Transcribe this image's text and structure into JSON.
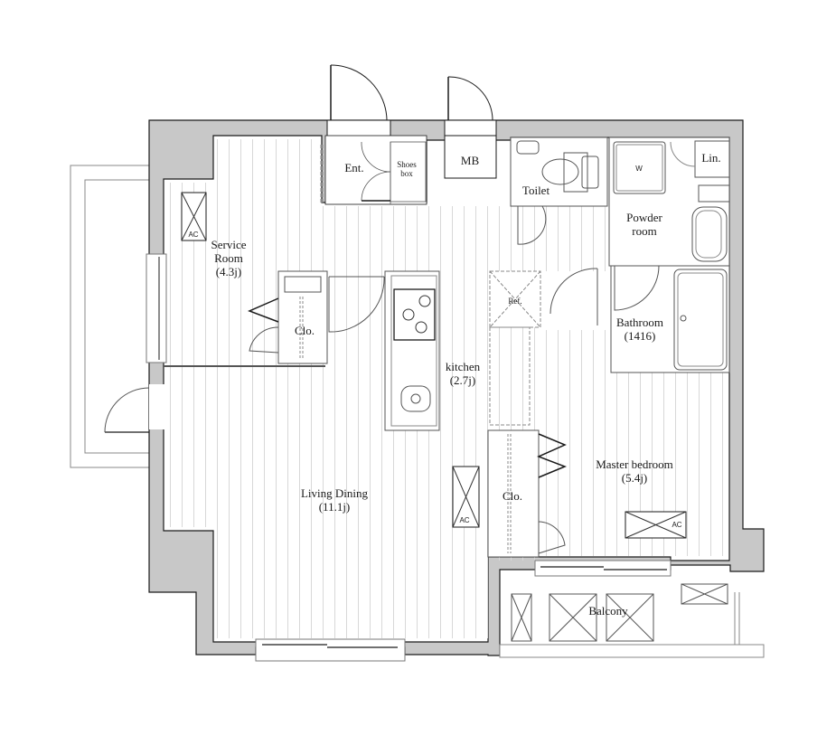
{
  "plan": {
    "background": "#ffffff",
    "wall_fill": "#c8c8c8",
    "wall_stroke": "#1a1a1a",
    "floor_line": "#d4d4d4",
    "fixture_stroke": "#333333"
  },
  "rooms": {
    "entrance": {
      "label": "Ent."
    },
    "shoes_box": {
      "line1": "Shoes",
      "line2": "box"
    },
    "meter_box": {
      "label": "MB"
    },
    "toilet": {
      "label": "Toilet"
    },
    "washer": {
      "label": "W"
    },
    "linen": {
      "label": "Lin."
    },
    "powder_room": {
      "line1": "Powder",
      "line2": "room"
    },
    "bathroom": {
      "line1": "Bathroom",
      "line2": "(1416)"
    },
    "service_room": {
      "line1": "Service",
      "line2": "Room",
      "line3": "(4.3j)"
    },
    "service_closet": {
      "label": "Clo."
    },
    "kitchen": {
      "line1": "kitchen",
      "line2": "(2.7j)"
    },
    "refrigerator": {
      "label": "Ref."
    },
    "living_dining": {
      "line1": "Living Dining",
      "line2": "(11.1j)"
    },
    "master_closet": {
      "label": "Clo."
    },
    "master_bedroom": {
      "line1": "Master bedroom",
      "line2": "(5.4j)"
    },
    "balcony": {
      "label": "Balcony"
    }
  },
  "fixtures": {
    "ac_service": {
      "label": "AC"
    },
    "ac_living": {
      "label": "AC"
    },
    "ac_master": {
      "label": "AC"
    }
  }
}
